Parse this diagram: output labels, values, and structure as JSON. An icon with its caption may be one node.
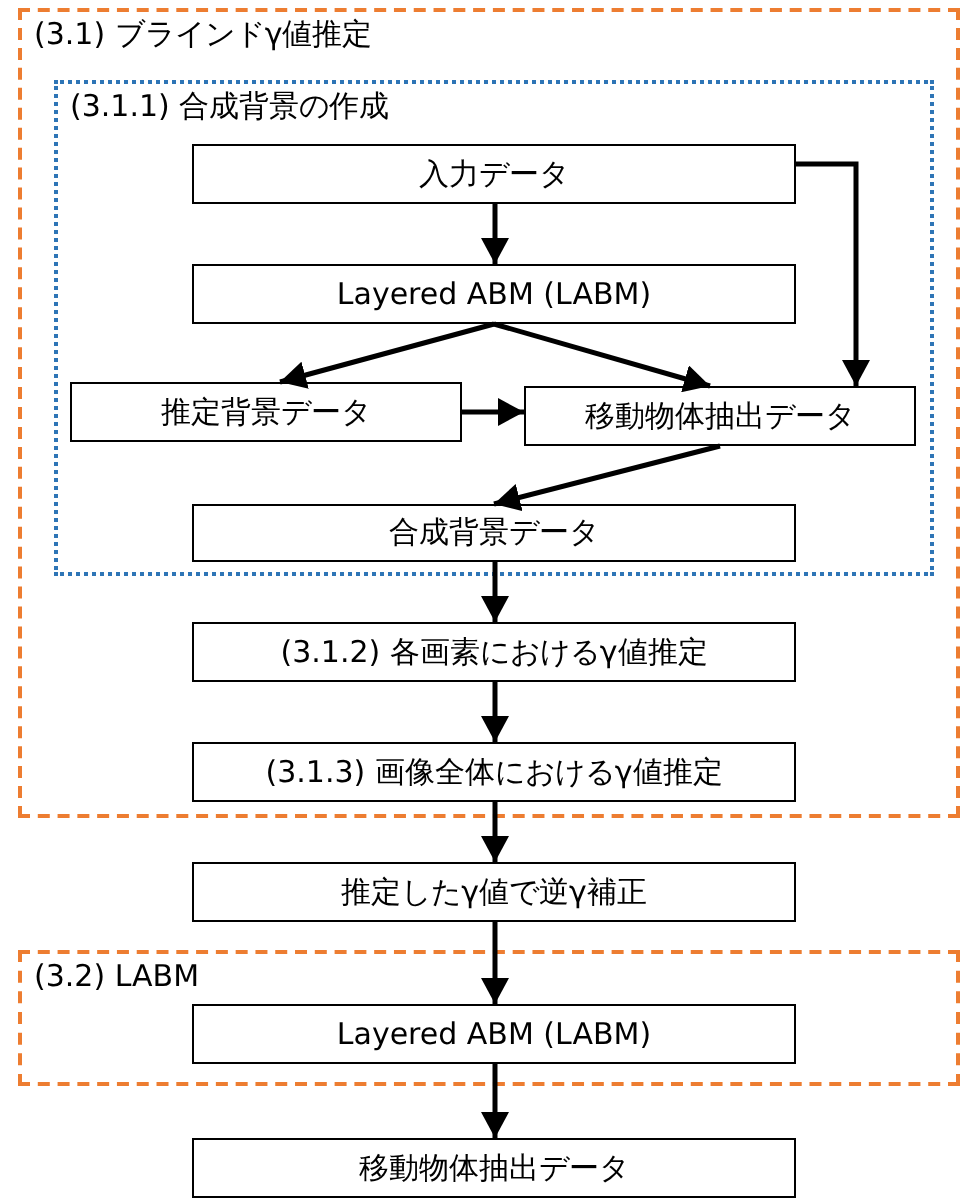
{
  "diagram": {
    "nodes": [
      {
        "text": [
          "(3.1) ブラインドγ値推定"
        ]
      },
      {
        "text": [
          "(3.1.1) 合成背景の作成"
        ],
        "in": 0
      },
      {
        "text": [
          "入力データ"
        ],
        "in": 1
      },
      {
        "text": [
          "Layered ABM (LABM)"
        ],
        "in": 1
      },
      {
        "text": [
          "推定背景データ"
        ],
        "in": 1
      },
      {
        "text": [
          "移動物体抽出データ"
        ],
        "in": 1
      },
      {
        "text": [
          "合成背景データ"
        ],
        "in": 1
      },
      {
        "text": [
          "(3.1.2) 各画素におけるγ値推定"
        ],
        "in": 0
      },
      {
        "text": [
          "(3.1.3) 画像全体におけるγ値推定"
        ],
        "in": 0
      },
      {
        "text": [
          "推定したγ値で逆γ補正"
        ]
      },
      {
        "text": [
          "(3.2) LABM"
        ]
      },
      {
        "text": [
          "Layered ABM (LABM)"
        ],
        "in": 10
      },
      {
        "text": [
          "移動物体抽出データ"
        ]
      }
    ],
    "edges": [
      {
        "from": 2,
        "to": 3,
        "arrow": "to"
      },
      {
        "from": 3,
        "to": 4,
        "arrow": "to"
      },
      {
        "from": 3,
        "to": 5,
        "arrow": "to"
      },
      {
        "from": 2,
        "to": 5,
        "arrow": "to"
      },
      {
        "from": 4,
        "to": 5,
        "arrow": "to"
      },
      {
        "from": 5,
        "to": 6,
        "arrow": "to"
      },
      {
        "from": 6,
        "to": 7,
        "arrow": "to"
      },
      {
        "from": 7,
        "to": 8,
        "arrow": "to"
      },
      {
        "from": 8,
        "to": 9,
        "arrow": "to"
      },
      {
        "from": 9,
        "to": 11,
        "arrow": "to"
      },
      {
        "from": 11,
        "to": 12,
        "arrow": "to"
      }
    ]
  }
}
